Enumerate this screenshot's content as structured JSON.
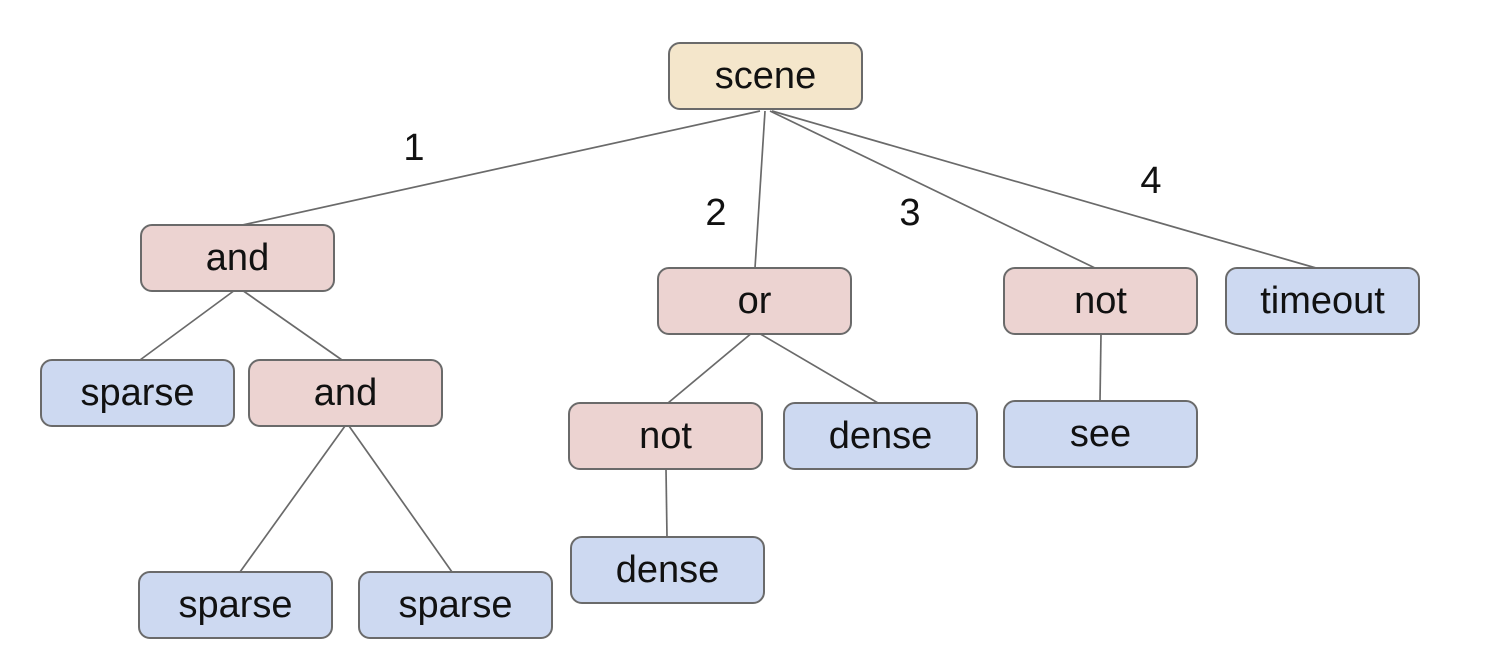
{
  "diagram": {
    "type": "tree",
    "root": "scene",
    "palette": {
      "background": "#ffffff",
      "root_fill": "#f4e6cb",
      "operator_fill": "#ecd3d1",
      "leaf_fill": "#cdd9f1",
      "node_border": "#6a6a6a",
      "edge_line": "#6a6a6a",
      "text": "#111111"
    },
    "nodes": [
      {
        "id": "scene",
        "label": "scene",
        "kind": "root"
      },
      {
        "id": "and-1",
        "label": "and",
        "kind": "operator"
      },
      {
        "id": "or-1",
        "label": "or",
        "kind": "operator"
      },
      {
        "id": "not-1",
        "label": "not",
        "kind": "operator"
      },
      {
        "id": "timeout-1",
        "label": "timeout",
        "kind": "leaf"
      },
      {
        "id": "sparse-1",
        "label": "sparse",
        "kind": "leaf"
      },
      {
        "id": "and-2",
        "label": "and",
        "kind": "operator"
      },
      {
        "id": "not-2",
        "label": "not",
        "kind": "operator"
      },
      {
        "id": "dense-1",
        "label": "dense",
        "kind": "leaf"
      },
      {
        "id": "see-1",
        "label": "see",
        "kind": "leaf"
      },
      {
        "id": "sparse-2",
        "label": "sparse",
        "kind": "leaf"
      },
      {
        "id": "sparse-3",
        "label": "sparse",
        "kind": "leaf"
      },
      {
        "id": "dense-2",
        "label": "dense",
        "kind": "leaf"
      }
    ],
    "edges": [
      {
        "from": "scene",
        "to": "and-1",
        "label": "1"
      },
      {
        "from": "scene",
        "to": "or-1",
        "label": "2"
      },
      {
        "from": "scene",
        "to": "not-1",
        "label": "3"
      },
      {
        "from": "scene",
        "to": "timeout-1",
        "label": "4"
      },
      {
        "from": "and-1",
        "to": "sparse-1",
        "label": ""
      },
      {
        "from": "and-1",
        "to": "and-2",
        "label": ""
      },
      {
        "from": "and-2",
        "to": "sparse-2",
        "label": ""
      },
      {
        "from": "and-2",
        "to": "sparse-3",
        "label": ""
      },
      {
        "from": "or-1",
        "to": "not-2",
        "label": ""
      },
      {
        "from": "or-1",
        "to": "dense-1",
        "label": ""
      },
      {
        "from": "not-2",
        "to": "dense-2",
        "label": ""
      },
      {
        "from": "not-1",
        "to": "see-1",
        "label": ""
      }
    ]
  }
}
